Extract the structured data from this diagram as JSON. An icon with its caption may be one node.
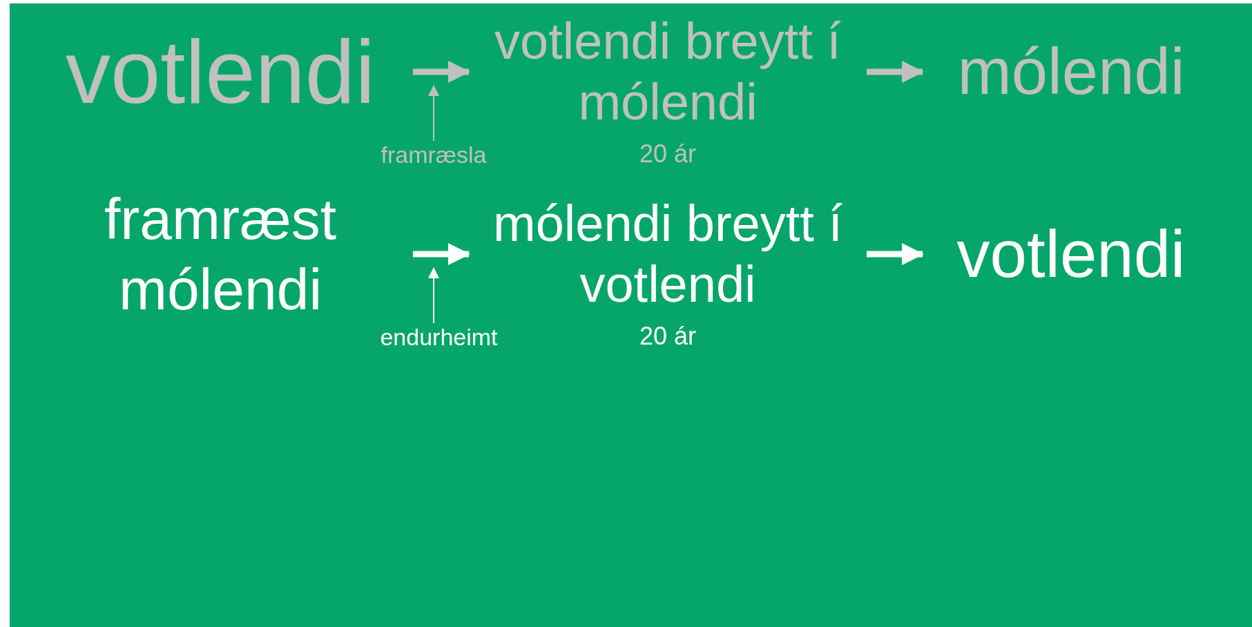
{
  "diagram": {
    "nodes": [
      {
        "text": [
          "votlendi"
        ]
      },
      {
        "text": [
          "votlendi breytt í mólendi"
        ],
        "beside": [
          "20 ár"
        ]
      },
      {
        "text": [
          "mólendi"
        ]
      },
      {
        "text": [
          "framræsla"
        ]
      },
      {
        "text": [
          "framræst mólendi"
        ]
      },
      {
        "text": [
          "mólendi breytt í votlendi"
        ],
        "beside": [
          "20 ár"
        ]
      },
      {
        "text": [
          "votlendi"
        ]
      },
      {
        "text": [
          "endurheimt"
        ]
      }
    ],
    "edges": [
      {
        "from": 0,
        "to": 1,
        "arrow": "to",
        "color": "#c0c0c0"
      },
      {
        "from": 1,
        "to": 2,
        "arrow": "to",
        "color": "#c0c0c0"
      },
      {
        "from": 3,
        "to": null,
        "arrow": "to",
        "color": "#c0c0c0"
      },
      {
        "from": 4,
        "to": 5,
        "arrow": "to"
      },
      {
        "from": 5,
        "to": 6,
        "arrow": "to"
      },
      {
        "from": 7,
        "to": null,
        "arrow": "to"
      }
    ]
  }
}
